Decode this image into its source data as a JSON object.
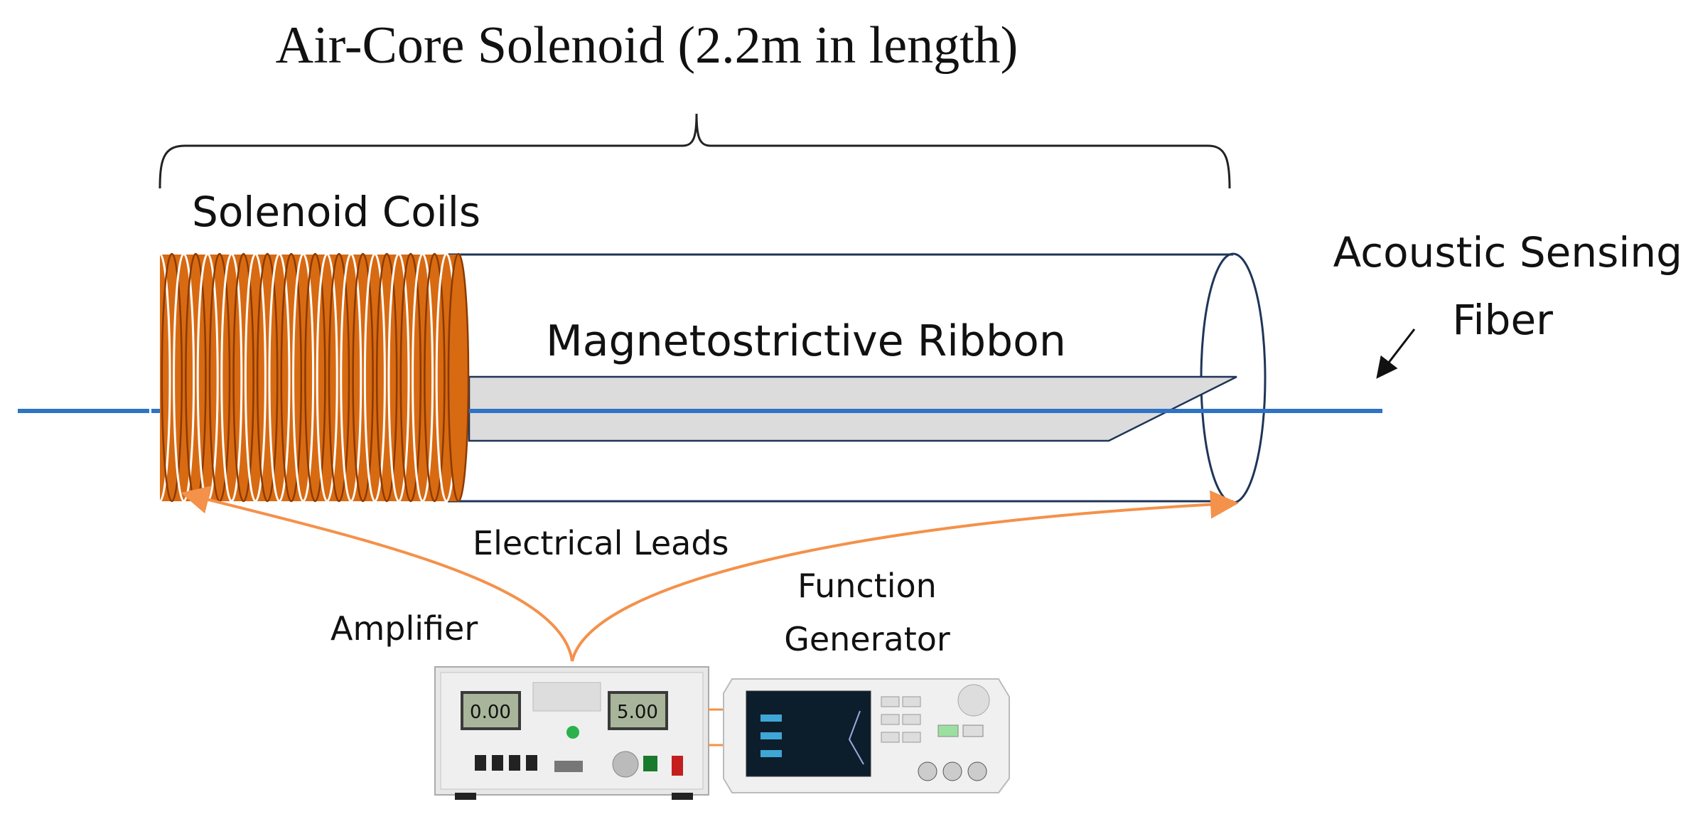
{
  "title": "Air-Core Solenoid (2.2m in length)",
  "labels": {
    "solenoid_coils": "Solenoid Coils",
    "magnetostrictive_ribbon": "Magnetostrictive Ribbon",
    "acoustic_sensing_fiber_line1": "Acoustic Sensing",
    "acoustic_sensing_fiber_line2": "Fiber",
    "electrical_leads": "Electrical Leads",
    "function_generator_line1": "Function",
    "function_generator_line2": "Generator",
    "amplifier": "Amplifier"
  },
  "amplifier_panel": {
    "display_left": "0.00",
    "display_right": "5.00"
  },
  "colors": {
    "coil": "#d86a12",
    "coil_dark": "#8a3a00",
    "fiber": "#2f73c4",
    "tube_outline": "#1f3558",
    "ribbon_fill": "#dcdcdc",
    "leads": "#f4914a",
    "text": "#111111"
  }
}
